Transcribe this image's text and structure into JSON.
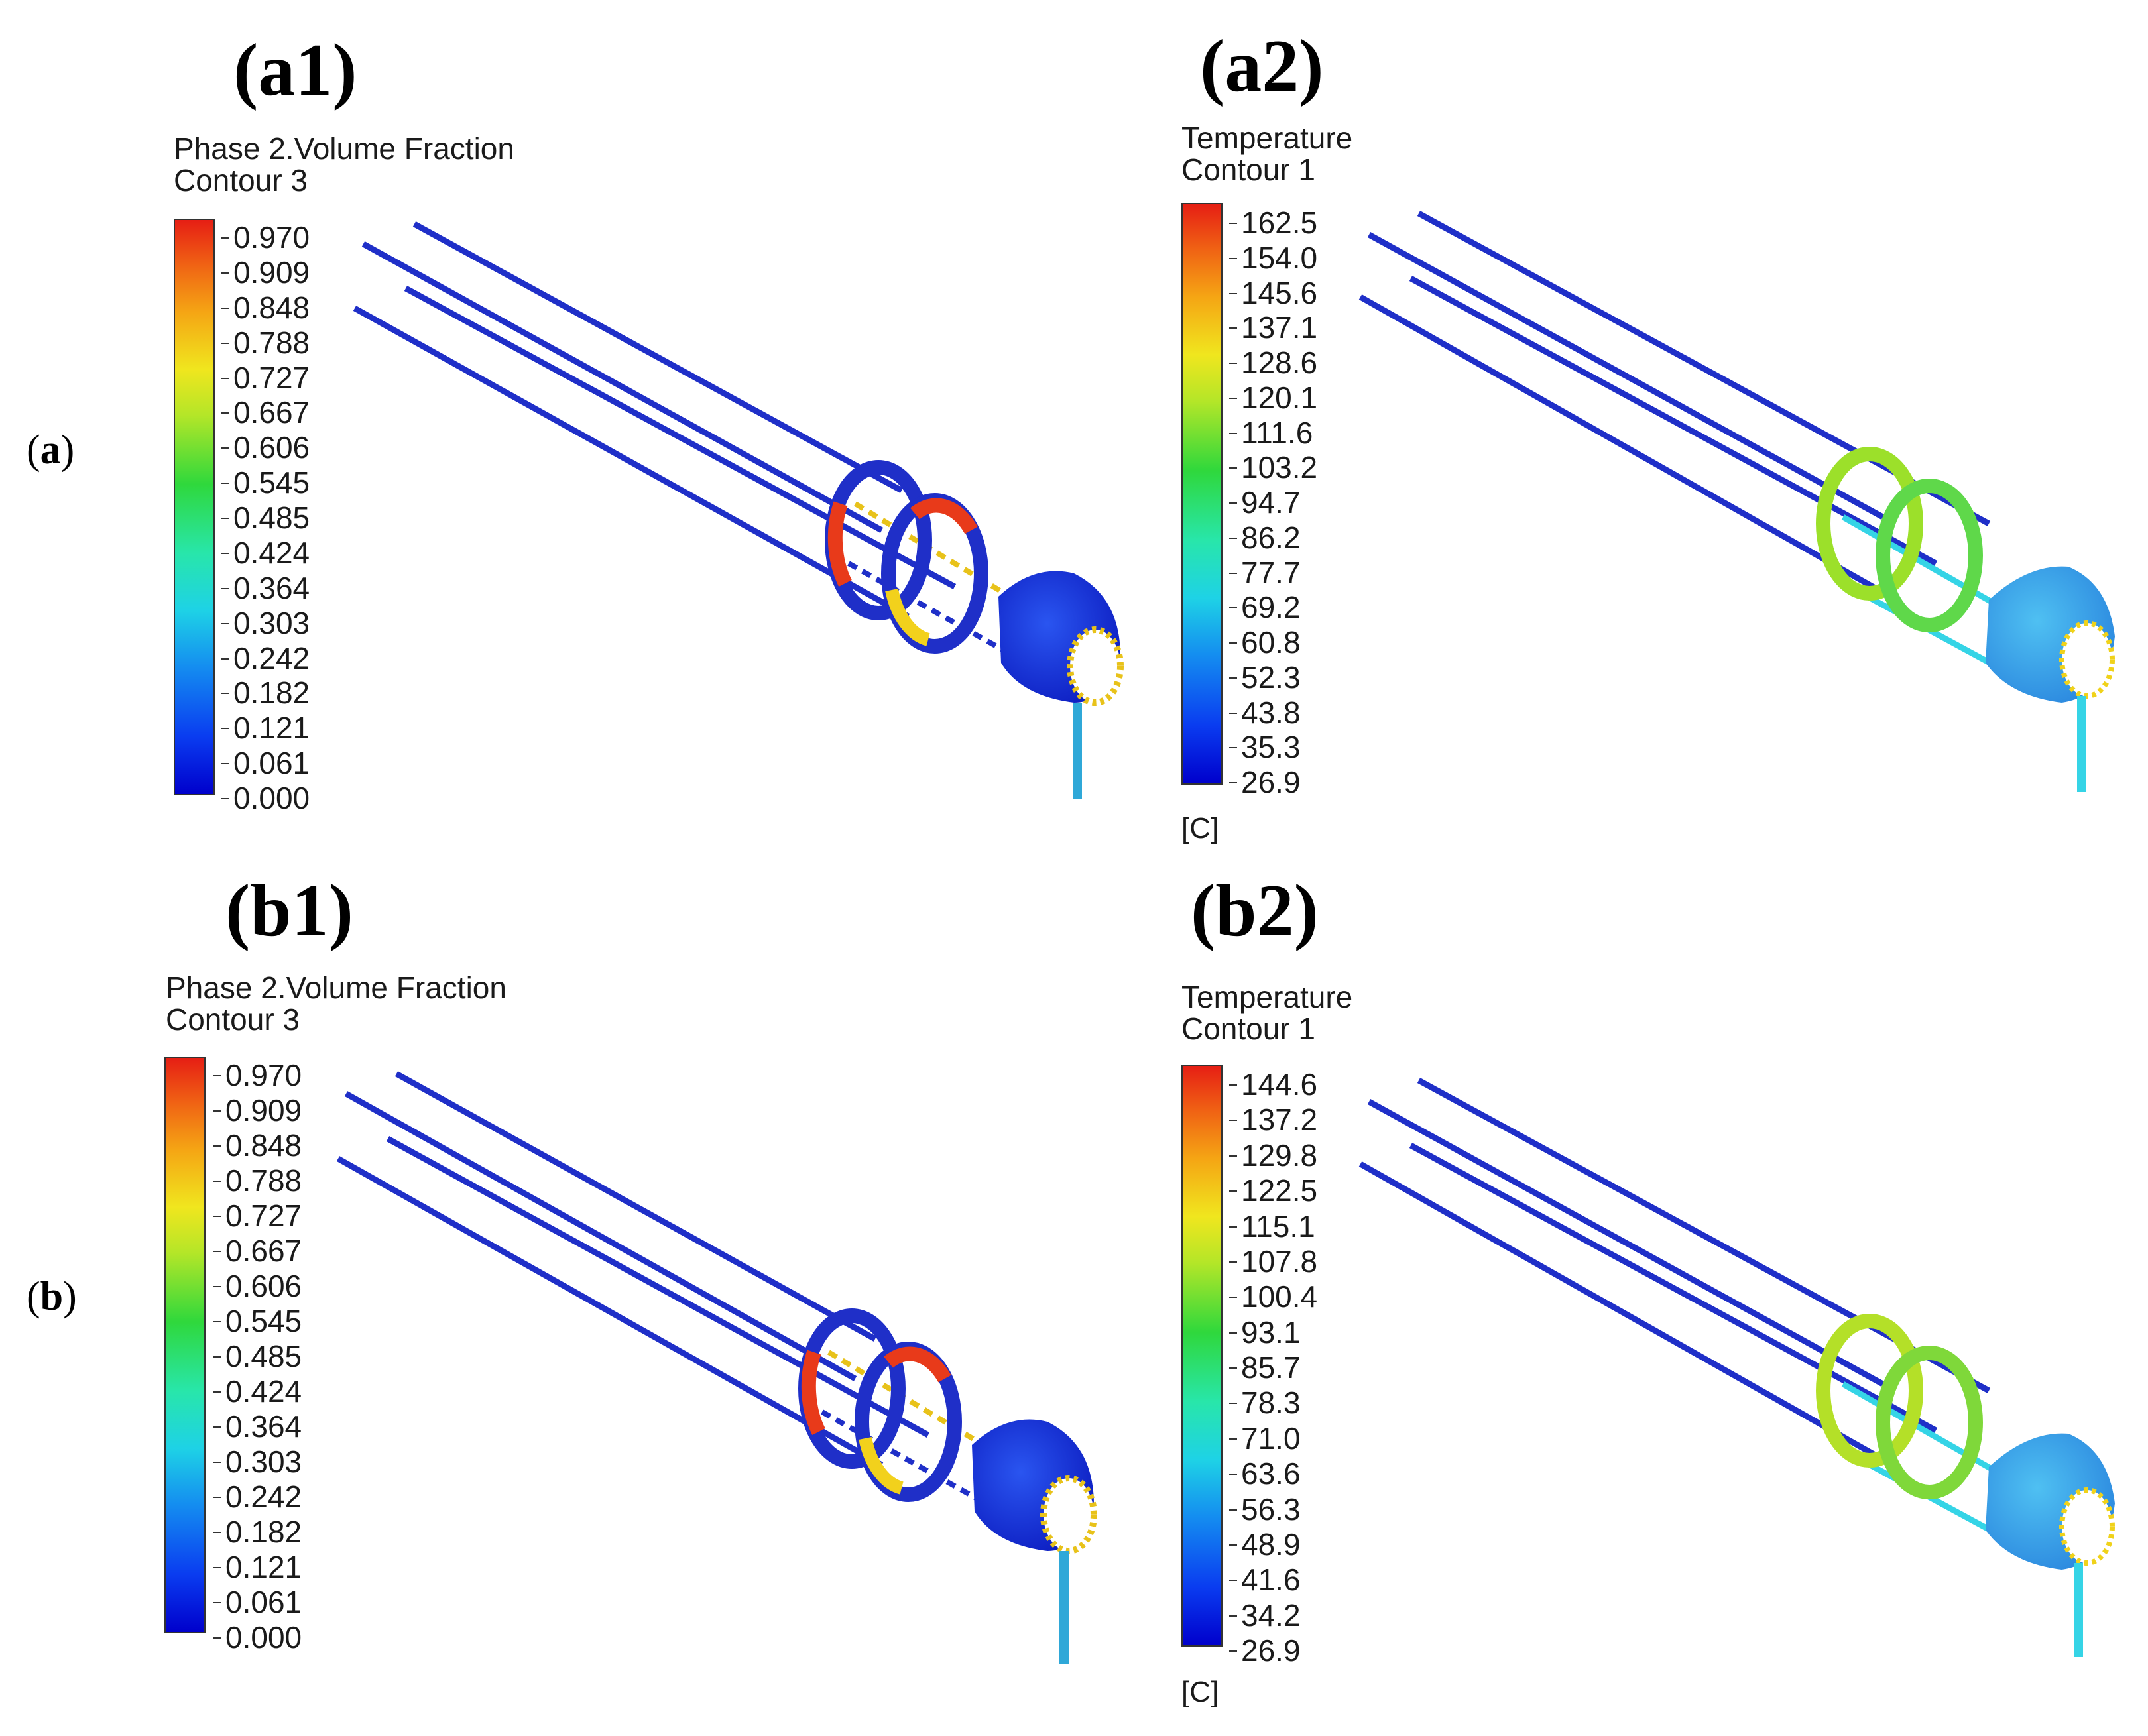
{
  "rows": [
    {
      "label_open": "(",
      "label_letter": "a",
      "label_close": ")"
    },
    {
      "label_open": "(",
      "label_letter": "b",
      "label_close": ")"
    }
  ],
  "panels": {
    "a1": {
      "tag": "(a1)",
      "legend_title": "Phase 2.Volume Fraction",
      "legend_subtitle": "Contour 3",
      "ticks": [
        "0.970",
        "0.909",
        "0.848",
        "0.788",
        "0.727",
        "0.667",
        "0.606",
        "0.545",
        "0.485",
        "0.424",
        "0.364",
        "0.303",
        "0.242",
        "0.182",
        "0.121",
        "0.061",
        "0.000"
      ],
      "unit": ""
    },
    "a2": {
      "tag": "(a2)",
      "legend_title": "Temperature",
      "legend_subtitle": "Contour 1",
      "ticks": [
        "162.5",
        "154.0",
        "145.6",
        "137.1",
        "128.6",
        "120.1",
        "111.6",
        "103.2",
        "94.7",
        "86.2",
        "77.7",
        "69.2",
        "60.8",
        "52.3",
        "43.8",
        "35.3",
        "26.9"
      ],
      "unit": "[C]"
    },
    "b1": {
      "tag": "(b1)",
      "legend_title": "Phase 2.Volume Fraction",
      "legend_subtitle": "Contour 3",
      "ticks": [
        "0.970",
        "0.909",
        "0.848",
        "0.788",
        "0.727",
        "0.667",
        "0.606",
        "0.545",
        "0.485",
        "0.424",
        "0.364",
        "0.303",
        "0.242",
        "0.182",
        "0.121",
        "0.061",
        "0.000"
      ],
      "unit": ""
    },
    "b2": {
      "tag": "(b2)",
      "legend_title": "Temperature",
      "legend_subtitle": "Contour 1",
      "ticks": [
        "144.6",
        "137.2",
        "129.8",
        "122.5",
        "115.1",
        "107.8",
        "100.4",
        "93.1",
        "85.7",
        "78.3",
        "71.0",
        "63.6",
        "56.3",
        "48.9",
        "41.6",
        "34.2",
        "26.9"
      ],
      "unit": "[C]"
    }
  },
  "colors": {
    "rod_cold": "#1f2fc8",
    "rod_warm": "#2fd6e0",
    "cone_vf": "#1a3de0",
    "cone_temp": "#3aa7ec",
    "ring_vf_hot": "#e83a1a",
    "ring_vf_mid": "#f2d11c",
    "ring_temp": "#9ce02a"
  }
}
